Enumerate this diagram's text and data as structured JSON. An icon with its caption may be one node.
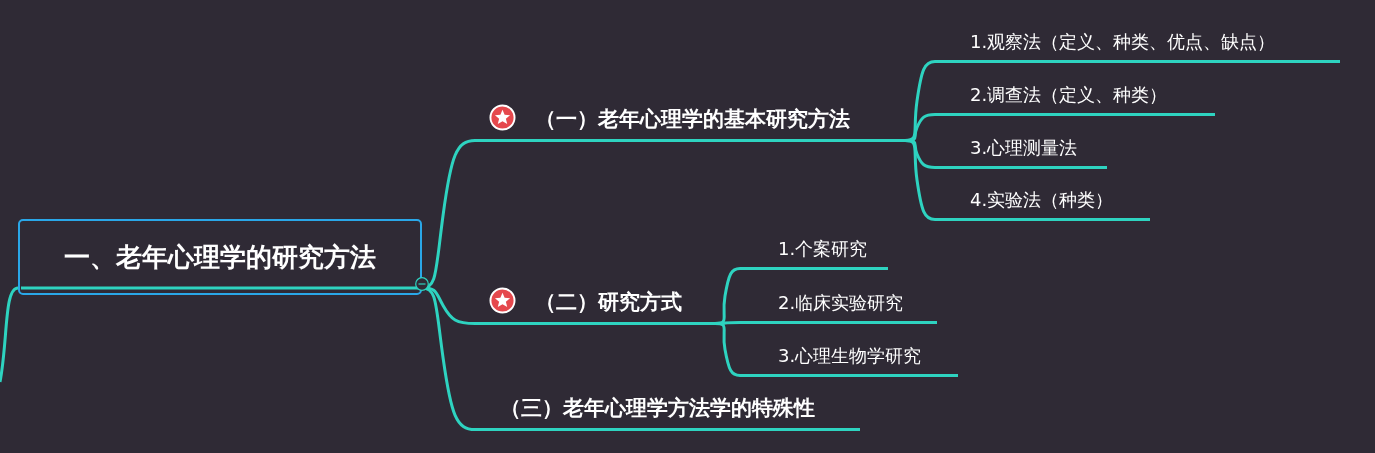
{
  "diagram": {
    "nodes": [
      {
        "text": [
          "一、老年心理学的研究方法"
        ]
      },
      {
        "text": [
          "（一）老年心理学的基本研究方法"
        ]
      },
      {
        "text": [
          "（二）研究方式"
        ]
      },
      {
        "text": [
          "（三）老年心理学方法学的特殊性"
        ]
      },
      {
        "text": [
          "1.观察法（定义、种类、优点、缺点）"
        ]
      },
      {
        "text": [
          "2.调查法（定义、种类）"
        ]
      },
      {
        "text": [
          "3.心理测量法"
        ]
      },
      {
        "text": [
          "4.实验法（种类）"
        ]
      },
      {
        "text": [
          "1.个案研究"
        ]
      },
      {
        "text": [
          "2.临床实验研究"
        ]
      },
      {
        "text": [
          "3.心理生物学研究"
        ]
      }
    ],
    "edges": [
      {
        "from": null,
        "to": 0,
        "arrow": "none"
      },
      {
        "from": 0,
        "to": 1,
        "arrow": "none"
      },
      {
        "from": 0,
        "to": 2,
        "arrow": "none"
      },
      {
        "from": 0,
        "to": 3,
        "arrow": "none"
      },
      {
        "from": 1,
        "to": 4,
        "arrow": "none"
      },
      {
        "from": 1,
        "to": 5,
        "arrow": "none"
      },
      {
        "from": 1,
        "to": 6,
        "arrow": "none"
      },
      {
        "from": 1,
        "to": 7,
        "arrow": "none"
      },
      {
        "from": 2,
        "to": 8,
        "arrow": "none"
      },
      {
        "from": 2,
        "to": 9,
        "arrow": "none"
      },
      {
        "from": 2,
        "to": 10,
        "arrow": "none"
      }
    ]
  }
}
